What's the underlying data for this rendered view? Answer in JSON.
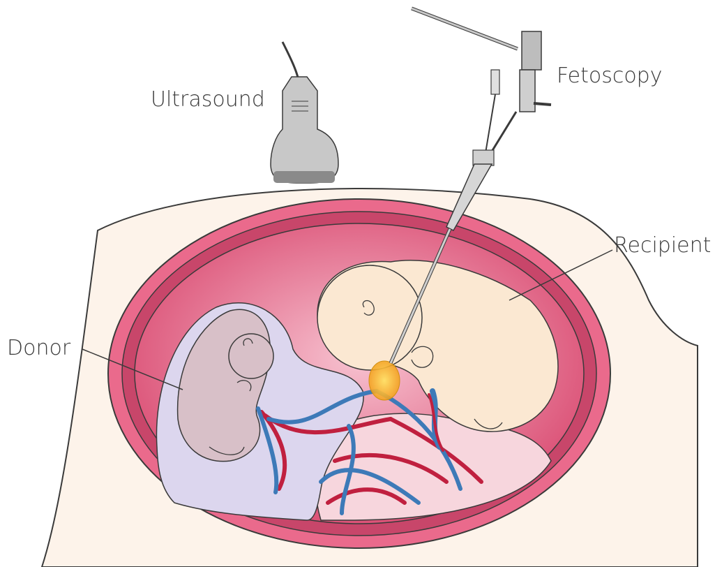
{
  "labels": {
    "ultrasound": "Ultrasound",
    "fetoscopy": "Fetoscopy",
    "recipient": "Recipient",
    "donor": "Donor"
  },
  "colors": {
    "uterus_wall": "#e0587e",
    "uterus_inner": "#c8466a",
    "skin": "#fbe8d2",
    "donor_sac": "#d9d6ec",
    "donor_fetus": "#d9c3c9",
    "placenta": "#f7d6dd",
    "artery": "#c0203f",
    "vein": "#3d7ab8",
    "laser": "#f4b41a",
    "instrument": "#9a9a9a"
  },
  "icons": {
    "probe": "ultrasound-probe-icon",
    "scope": "fetoscope-icon"
  }
}
